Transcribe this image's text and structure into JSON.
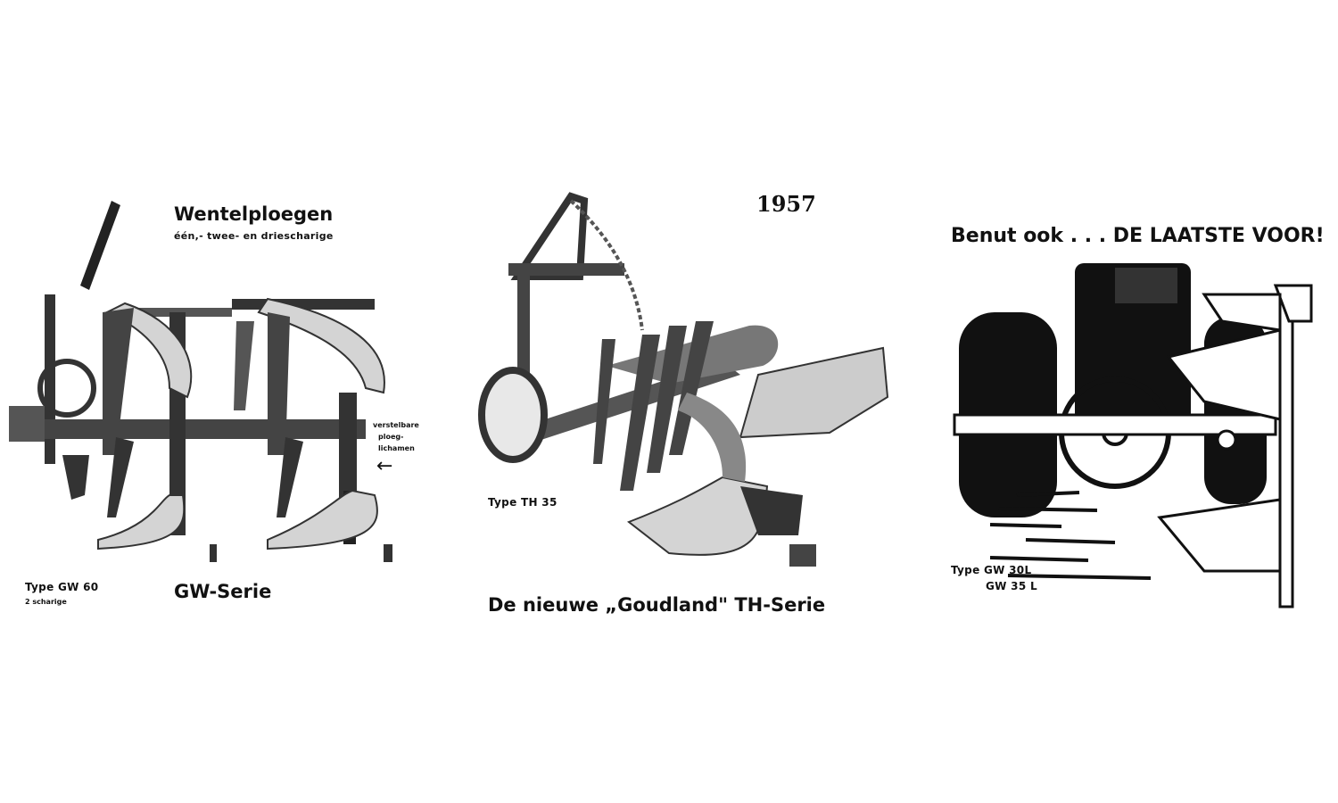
{
  "year": "1957",
  "panel_gw": {
    "title": "Wentelploegen",
    "subtitle": "één,- twee- en driescharige",
    "note_lines": [
      "verstelbare",
      "ploeg-",
      "lichamen"
    ],
    "arrow": "←",
    "type": "Type GW 60",
    "subtype": "2 scharige",
    "series": "GW-Serie"
  },
  "panel_th": {
    "type": "Type TH 35",
    "series": "De nieuwe „Goudland\" TH-Serie"
  },
  "panel_lv": {
    "headline": "Benut ook . . . DE LAATSTE VOOR!",
    "type_1": "Type GW 30L",
    "type_2": "GW 35 L"
  },
  "colors": {
    "ink": "#111111",
    "gray": "#8a8a8a",
    "light": "#d9d9d9",
    "paper": "#ffffff"
  }
}
